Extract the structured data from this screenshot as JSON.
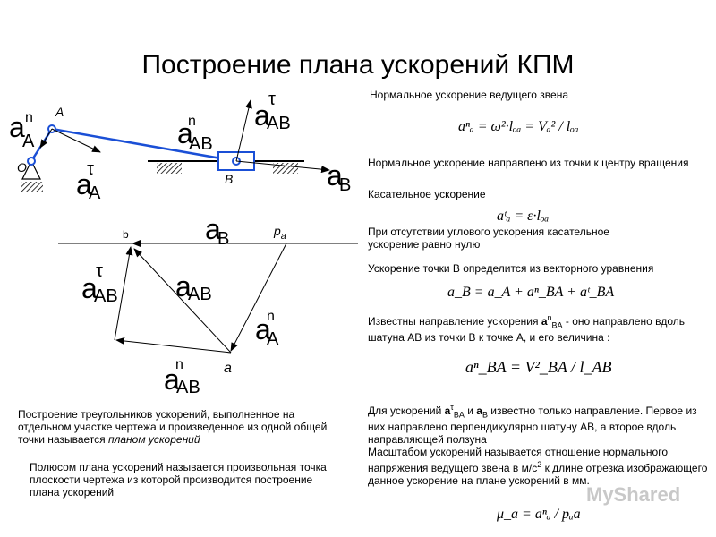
{
  "title": "Построение плана ускорений КПМ",
  "right": {
    "t1": "Нормальное ускорение ведущего звена",
    "t2": "Нормальное ускорение направлено из точки к центру вращения",
    "t3": "Касательное ускорение",
    "t4": "При отсутствии углового ускорения касательное ускорение равно нулю",
    "t5": "Ускорение точки В определится из векторного уравнения",
    "t6a": "Известны направление  ускорения ",
    "t6sym": "a",
    "t6sup": "n",
    "t6sub": "BA",
    "t6b": " - оно направлено вдоль шатуна АВ из точки В к точке А, и его величина :",
    "t7a": "Для ускорений ",
    "t7sym1": "a",
    "t7sup1": "τ",
    "t7sub1": "BA",
    "t7mid": " и ",
    "t7sym2": "a",
    "t7sub2": "B",
    "t7b": " известно только направление. Первое из них направлено перпендикулярно шатуну АВ, а второе вдоль направляющей ползуна",
    "t8a": "Масштабом ускорений называется отношение нормального напряжения ведущего звена в м/с",
    "t8sup": "2",
    "t8b": " к длине отрезка изображающего данное ускорение на плане ускорений в мм."
  },
  "left": {
    "p1a": "Построение треугольников ускорений, выполненное на отдельном участке  чертежа и произведенное из одной общей точки называется ",
    "p1b": "планом ускорений",
    "p2": "Полюсом плана ускорений называется  произвольная точка плоскости чертежа из которой производится построение плана ускорений"
  },
  "mechanism": {
    "point_A": "A",
    "point_O": "O",
    "point_B": "B",
    "a_sym": "a",
    "n_sup": "n",
    "tau_sup": "τ",
    "sub_A": "A",
    "sub_AB": "AB",
    "sub_B": "B"
  },
  "plan": {
    "point_b": "b",
    "point_pa": "p",
    "point_pa_sub": "a",
    "point_a": "a",
    "a_sym": "a",
    "n_sup": "n",
    "tau_sup": "τ",
    "sub_A": "A",
    "sub_AB": "AB",
    "sub_B": "B"
  },
  "formulas": {
    "f1": "aⁿₐ = ω²·lₒₐ = Vₐ² / lₒₐ",
    "f2": "aᵗₐ = ε·lₒₐ",
    "f3": "a_B = a_A + aⁿ_BA + aᵗ_BA",
    "f4": "aⁿ_BA = V²_BA / l_AB",
    "f5": "μ_a = aⁿₐ / pₐa"
  },
  "watermark": "MyShared"
}
